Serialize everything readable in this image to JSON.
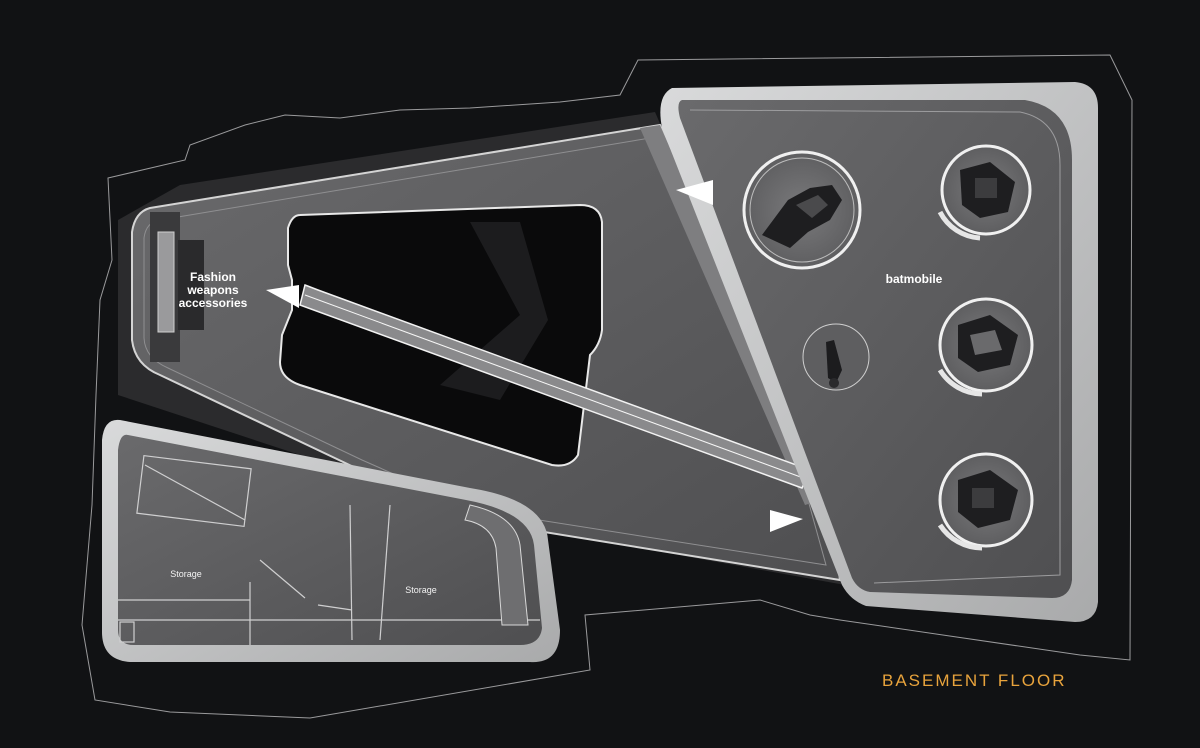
{
  "drawing": {
    "title": "BASEMENT FLOOR",
    "title_color": "#e8a33c",
    "background_color": "#111214",
    "floor_color": "#58585a",
    "wall_color": "#c8c9ca"
  },
  "zones": {
    "fashion": [
      "Fashion",
      "weapons",
      "accessories"
    ],
    "batmobile": "batmobile",
    "storage_left": "Storage",
    "storage_right": "Storage"
  },
  "icons": {
    "arrows": [
      "arrow-left-icon",
      "arrow-right-icon"
    ],
    "vehicles": [
      "batmobile-vehicle-icon",
      "tumbler-vehicle-icon",
      "motorcycle-vehicle-icon"
    ]
  },
  "display_platforms": {
    "count": 5
  }
}
